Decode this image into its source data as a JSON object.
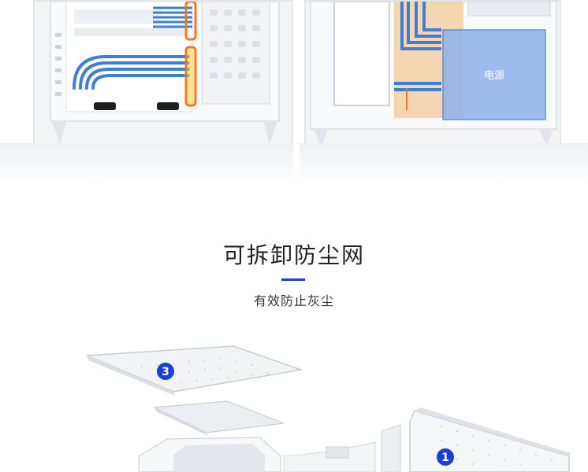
{
  "top_image": {
    "psu_label": "电源"
  },
  "section": {
    "title": "可拆卸防尘网",
    "subtitle": "有效防止灰尘"
  },
  "callouts": [
    {
      "label": "3"
    },
    {
      "label": "1"
    }
  ],
  "colors": {
    "accent": "#1a3fd8",
    "cable_blue": "#3d7fd6",
    "highlight_orange": "#f07a1a",
    "psu_zone": "#8fb2ec",
    "cable_zone": "#f2c99a"
  }
}
